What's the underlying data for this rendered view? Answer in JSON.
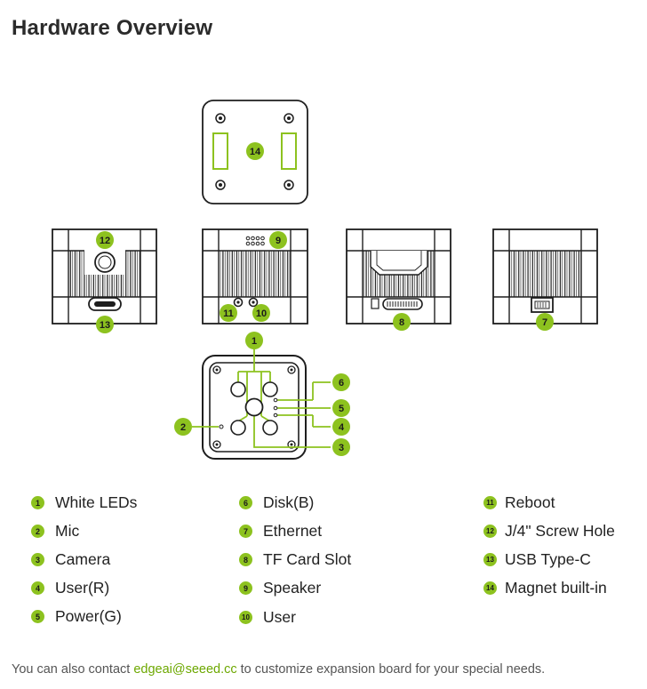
{
  "title": "Hardware Overview",
  "badges": {
    "b1": "1",
    "b2": "2",
    "b3": "3",
    "b4": "4",
    "b5": "5",
    "b6": "6",
    "b7": "7",
    "b8": "8",
    "b9": "9",
    "b10": "10",
    "b11": "11",
    "b12": "12",
    "b13": "13",
    "b14": "14"
  },
  "legend": [
    {
      "num": "1",
      "label": "White LEDs"
    },
    {
      "num": "2",
      "label": "Mic"
    },
    {
      "num": "3",
      "label": "Camera"
    },
    {
      "num": "4",
      "label": "User(R)"
    },
    {
      "num": "5",
      "label": "Power(G)"
    },
    {
      "num": "6",
      "label": "Disk(B)"
    },
    {
      "num": "7",
      "label": "Ethernet"
    },
    {
      "num": "8",
      "label": "TF Card Slot"
    },
    {
      "num": "9",
      "label": "Speaker"
    },
    {
      "num": "10",
      "label": "User"
    },
    {
      "num": "11",
      "label": "Reboot"
    },
    {
      "num": "12",
      "label": "J/4\" Screw Hole"
    },
    {
      "num": "13",
      "label": "USB Type-C"
    },
    {
      "num": "14",
      "label": "Magnet built-in"
    }
  ],
  "footer": {
    "prefix": "You can also contact ",
    "email": "edgeai@seeed.cc",
    "suffix": " to customize expansion board for your special needs."
  },
  "colors": {
    "accent": "#8dc21f",
    "outline": "#1e1e1e",
    "link": "#6da800"
  }
}
